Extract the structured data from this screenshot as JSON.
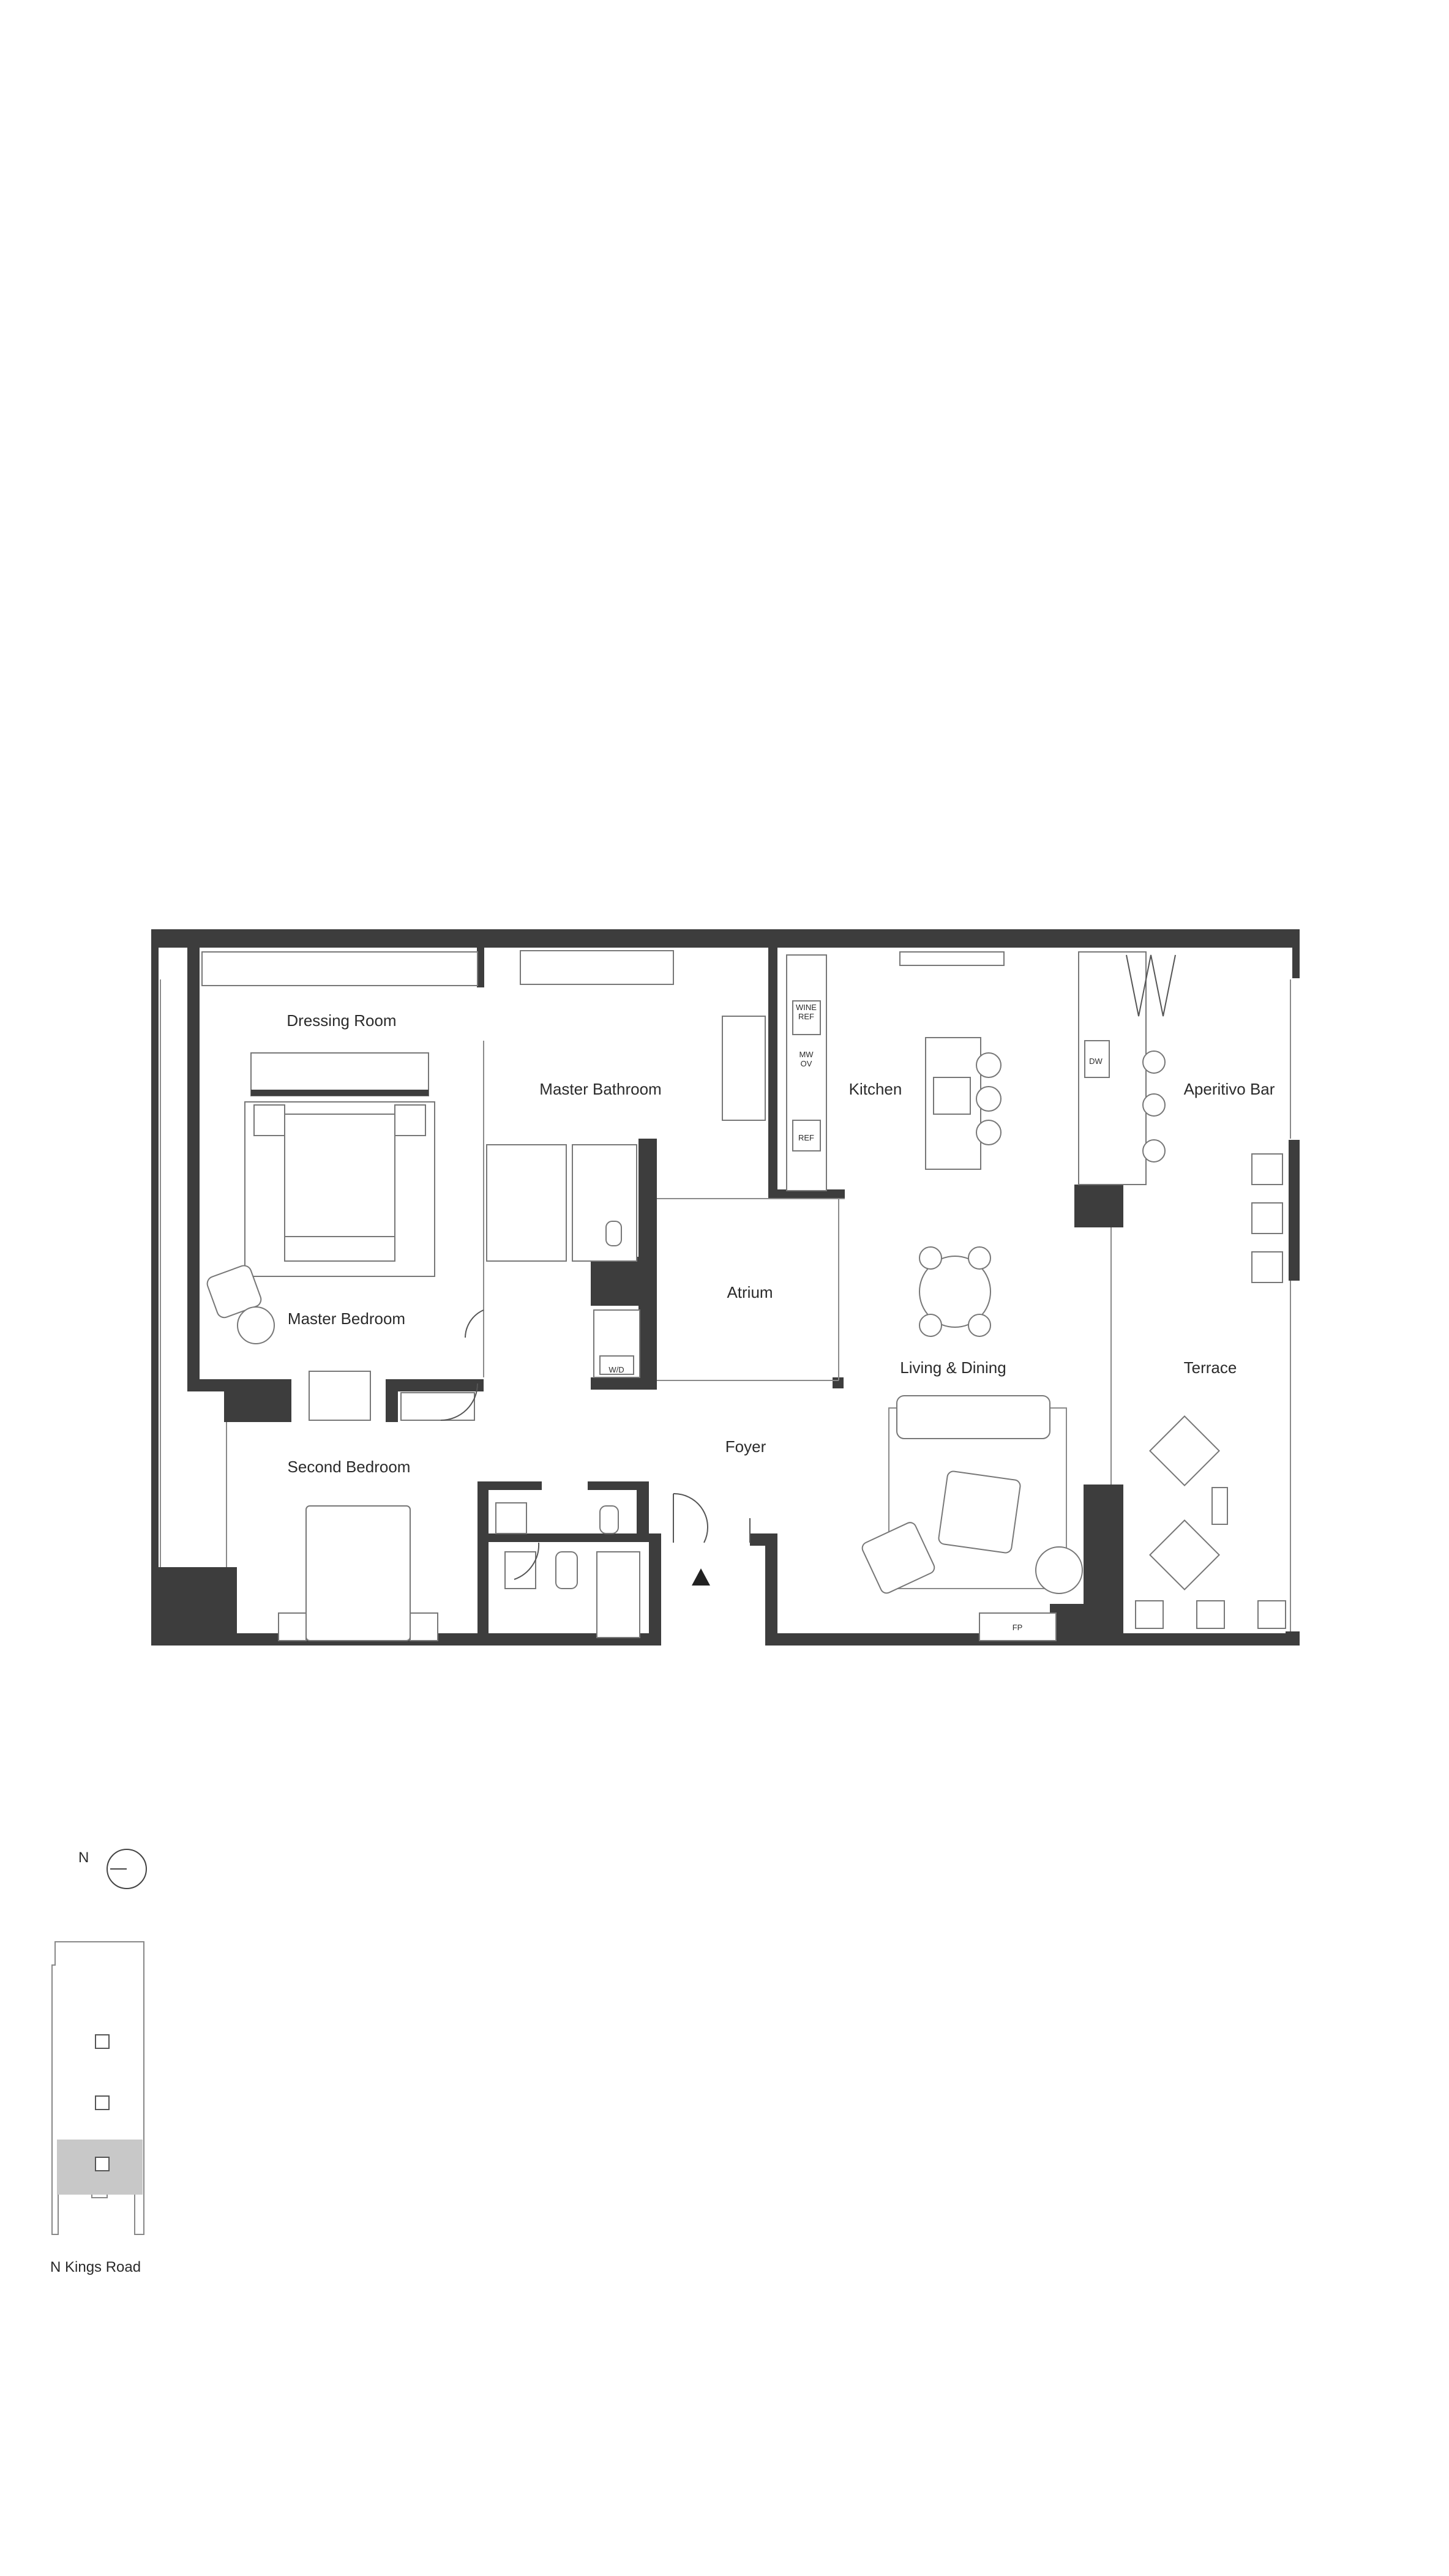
{
  "rooms": {
    "dressing_room": "Dressing Room",
    "master_bathroom": "Master Bathroom",
    "kitchen": "Kitchen",
    "aperitivo_bar": "Aperitivo Bar",
    "atrium": "Atrium",
    "master_bedroom": "Master Bedroom",
    "living_dining": "Living & Dining",
    "terrace": "Terrace",
    "second_bedroom": "Second Bedroom",
    "foyer": "Foyer"
  },
  "appliances": {
    "wine_ref_1": "WINE",
    "wine_ref_2": "REF",
    "mw_1": "MW",
    "mw_2": "OV",
    "ref": "REF",
    "dw": "DW",
    "wd": "W/D",
    "fp": "FP"
  },
  "legend": {
    "north": "N",
    "street": "N Kings Road"
  }
}
